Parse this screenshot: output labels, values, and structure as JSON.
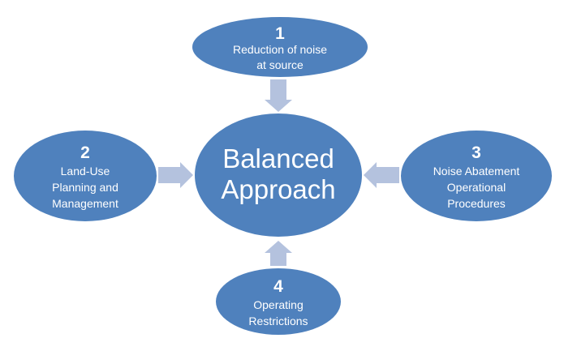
{
  "diagram": {
    "center": {
      "lines": [
        "Balanced",
        "Approach"
      ],
      "fill": "#4f81bd"
    },
    "nodes": [
      {
        "id": "top",
        "number": "1",
        "lines": [
          "Reduction of noise",
          "at source"
        ]
      },
      {
        "id": "left",
        "number": "2",
        "lines": [
          "Land-Use",
          "Planning and",
          "Management"
        ]
      },
      {
        "id": "right",
        "number": "3",
        "lines": [
          "Noise Abatement",
          "Operational",
          "Procedures"
        ]
      },
      {
        "id": "bottom",
        "number": "4",
        "lines": [
          "Operating",
          "Restrictions"
        ]
      }
    ],
    "arrows": [
      {
        "from": "1",
        "to": "center",
        "direction": "down"
      },
      {
        "from": "2",
        "to": "center",
        "direction": "right"
      },
      {
        "from": "3",
        "to": "center",
        "direction": "left"
      },
      {
        "from": "4",
        "to": "center",
        "direction": "up"
      }
    ],
    "colors": {
      "node": "#4f81bd",
      "arrow": "#b4c2de",
      "text": "#ffffff"
    }
  }
}
